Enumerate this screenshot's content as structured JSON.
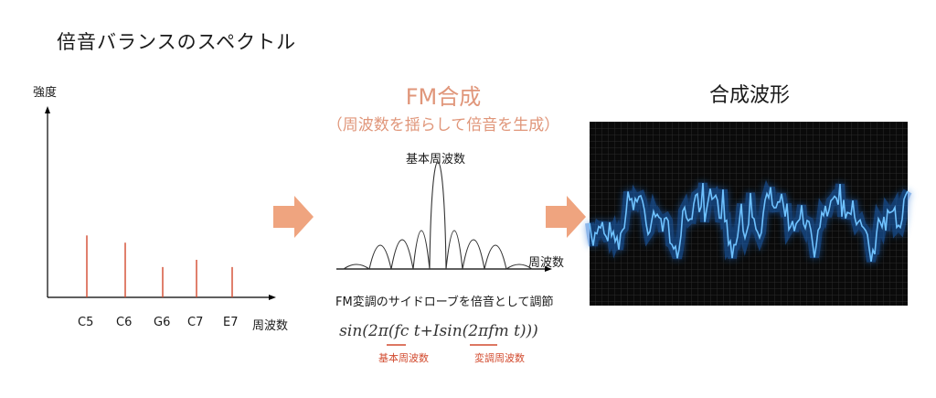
{
  "title": "倍音バランスのスペクトル",
  "spectrum": {
    "y_label": "強度",
    "x_label": "周波数",
    "bars": [
      {
        "label": "C5",
        "strength": 0.94
      },
      {
        "label": "C6",
        "strength": 0.83
      },
      {
        "label": "G6",
        "strength": 0.46
      },
      {
        "label": "C7",
        "strength": 0.57
      },
      {
        "label": "E7",
        "strength": 0.46
      }
    ],
    "bar_color": "#d24a2e"
  },
  "fm": {
    "title": "FM合成",
    "subtitle": "（周波数を揺らして倍音を生成）",
    "center_label": "基本周波数",
    "x_label": "周波数",
    "caption": "FM変調のサイドローブを倍音として調節",
    "formula": "sin(2π(fc t+Isin(2πfm t)))",
    "fc_label": "基本周波数",
    "fm_label": "変調周波数",
    "accent_color": "#e0967a"
  },
  "result": {
    "title": "合成波形"
  },
  "colors": {
    "arrow": "#efa47f",
    "wave": "#4aa6ff",
    "scope_bg": "#0a0a0a"
  }
}
